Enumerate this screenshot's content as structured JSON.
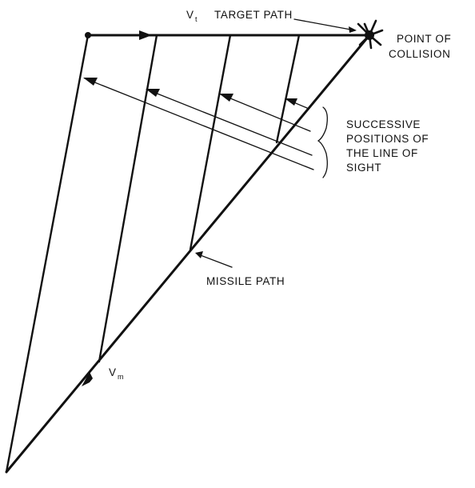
{
  "labels": {
    "target_velocity": "V",
    "target_velocity_sub": "t",
    "target_path": "TARGET PATH",
    "point_of_collision_line1": "POINT OF",
    "point_of_collision_line2": "COLLISION",
    "successive_line1": "SUCCESSIVE",
    "successive_line2": "POSITIONS OF",
    "successive_line3": "THE LINE OF",
    "successive_line4": "SIGHT",
    "missile_path": "MISSILE PATH",
    "missile_velocity": "V",
    "missile_velocity_sub": "m"
  }
}
